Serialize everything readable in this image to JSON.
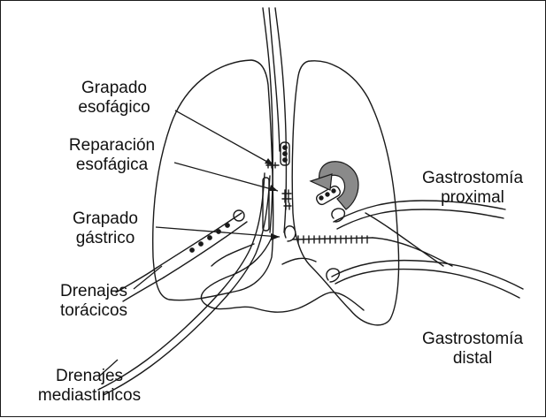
{
  "labels": {
    "grapado_esofagico": [
      "Grapado",
      "esofágico"
    ],
    "reparacion_esofagica": [
      "Reparación",
      "esofágica"
    ],
    "grapado_gastrico": [
      "Grapado",
      "gástrico"
    ],
    "drenajes_toracicos": [
      "Drenajes",
      "torácicos"
    ],
    "drenajes_mediastinicos": [
      "Drenajes",
      "mediastínicos"
    ],
    "gastrostomia_proximal": [
      "Gastrostomía",
      "proximal"
    ],
    "gastrostomia_distal": [
      "Gastrostomía",
      "distal"
    ]
  },
  "colors": {
    "line": "#1a1a1a",
    "arrow_fill": "#8a8a8a",
    "background": "#ffffff"
  }
}
